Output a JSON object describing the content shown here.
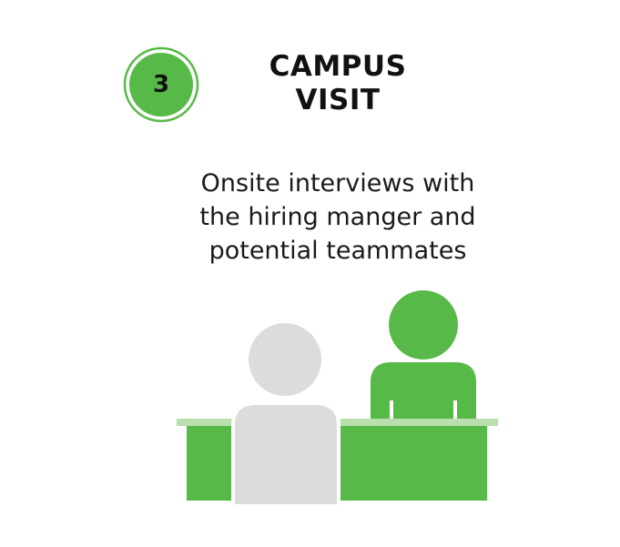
{
  "step": {
    "number": "3",
    "title_line1": "CAMPUS",
    "title_line2": "VISIT",
    "description_line1": "Onsite interviews with",
    "description_line2": "the hiring manger and",
    "description_line3": "potential teammates"
  },
  "colors": {
    "accent_green": "#57b947",
    "light_green": "#b9dfae",
    "person_gray": "#dcdcdc",
    "text": "#111111"
  },
  "icons": [
    "step-badge-icon",
    "interviewer-icon",
    "candidate-icon",
    "desk-icon"
  ]
}
